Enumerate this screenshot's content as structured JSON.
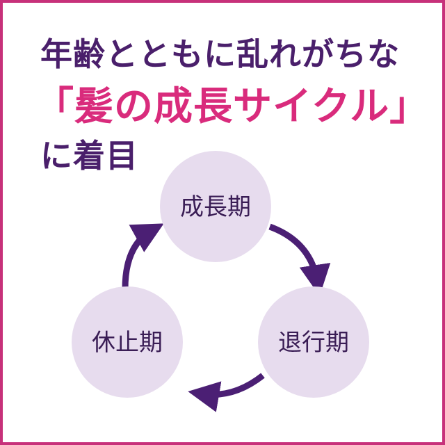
{
  "heading": {
    "line1": "年齢とともに乱れがちな",
    "line2": "「髪の成長サイクル」",
    "line3": "に着目"
  },
  "cycle": {
    "stages": [
      "成長期",
      "退行期",
      "休止期"
    ]
  },
  "colors": {
    "frame": "#c7317a",
    "heading": "#4a1f6b",
    "highlight": "#d92b7c",
    "circle_fill": "#e7dcee",
    "arrow": "#4b1f74"
  }
}
